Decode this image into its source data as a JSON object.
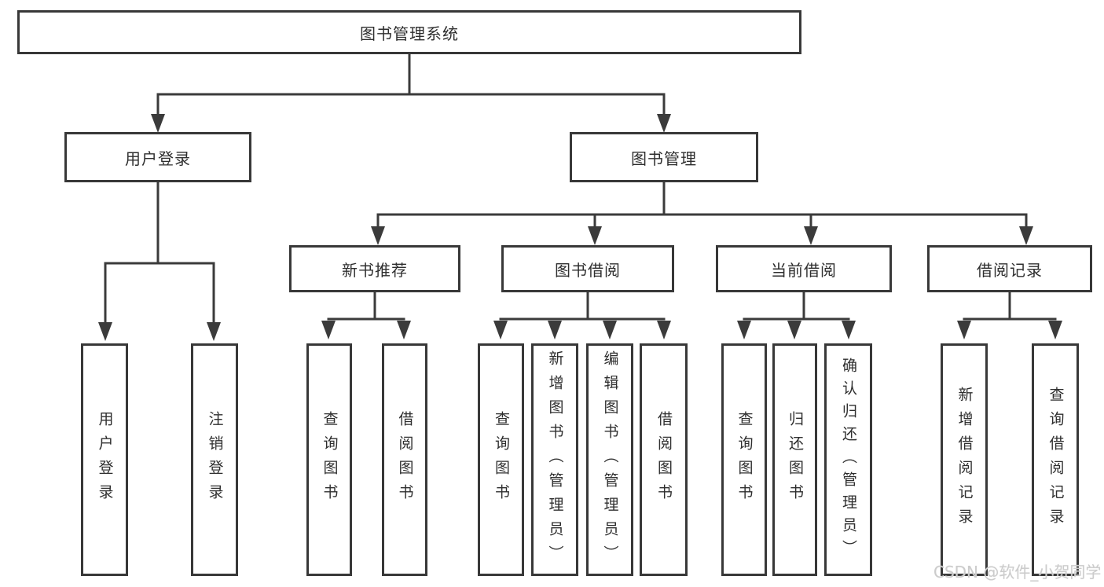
{
  "diagram": {
    "root": {
      "label": "图书管理系统"
    },
    "level2": [
      {
        "label": "用户登录"
      },
      {
        "label": "图书管理"
      }
    ],
    "level3": [
      {
        "label": "新书推荐"
      },
      {
        "label": "图书借阅"
      },
      {
        "label": "当前借阅"
      },
      {
        "label": "借阅记录"
      }
    ],
    "leaves": {
      "user": [
        "用户登录",
        "注销登录"
      ],
      "newbook": [
        "查询图书",
        "借阅图书"
      ],
      "borrow": [
        "查询图书",
        "新增图书（管理员）",
        "编辑图书（管理员）",
        "借阅图书"
      ],
      "current": [
        "查询图书",
        "归还图书",
        "确认归还（管理员）"
      ],
      "records": [
        "新增借阅记录",
        "查询借阅记录"
      ]
    }
  },
  "watermark": {
    "text": "CSDN @软件_小贺同学"
  },
  "colors": {
    "line": "#3b3b3b",
    "box_border": "#383838",
    "box_fill": "#ffffff",
    "text": "#2e2e2e",
    "watermark": "#cccccc"
  }
}
